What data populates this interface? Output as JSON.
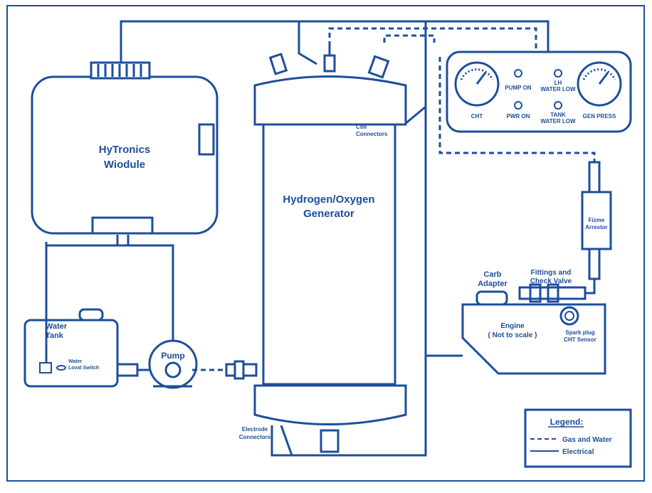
{
  "colors": {
    "primary": "#1d4e9c",
    "background": "#ffffff"
  },
  "module": {
    "title_line1": "HyTronics",
    "title_line2": "Wiodule"
  },
  "generator": {
    "title_line1": "Hydrogen/Oxygen",
    "title_line2": "Generator",
    "coil_line1": "Coil",
    "coil_line2": "Connectors",
    "electrode_line1": "Electrode",
    "electrode_line2": "Connectors"
  },
  "panel": {
    "cht": "CHT",
    "pump_on": "PUMP ON",
    "pwr_on": "PWR ON",
    "lh_line1": "LH",
    "lh_line2": "WATER LOW",
    "tank_line1": "TANK",
    "tank_line2": "WATER LOW",
    "gen_press": "GEN PRESS"
  },
  "water_tank": {
    "title_line1": "Water",
    "title_line2": "Tank",
    "switch_line1": "Water",
    "switch_line2": "Lovat Switch"
  },
  "pump": {
    "label": "Pump"
  },
  "flame_arrestor": {
    "line1": "Fizme",
    "line2": "Arrestor"
  },
  "carb": {
    "line1": "Carb",
    "line2": "Adapter"
  },
  "fittings": {
    "line1": "Fittings and",
    "line2": "Check Valve"
  },
  "engine": {
    "line1": "Engine",
    "line2": "( Not to scale )"
  },
  "spark": {
    "line1": "Spark plug",
    "line2": "CHT Sensor"
  },
  "legend": {
    "title": "Legend:",
    "gas_water": "Gas and Water",
    "electrical": "Electrical"
  }
}
